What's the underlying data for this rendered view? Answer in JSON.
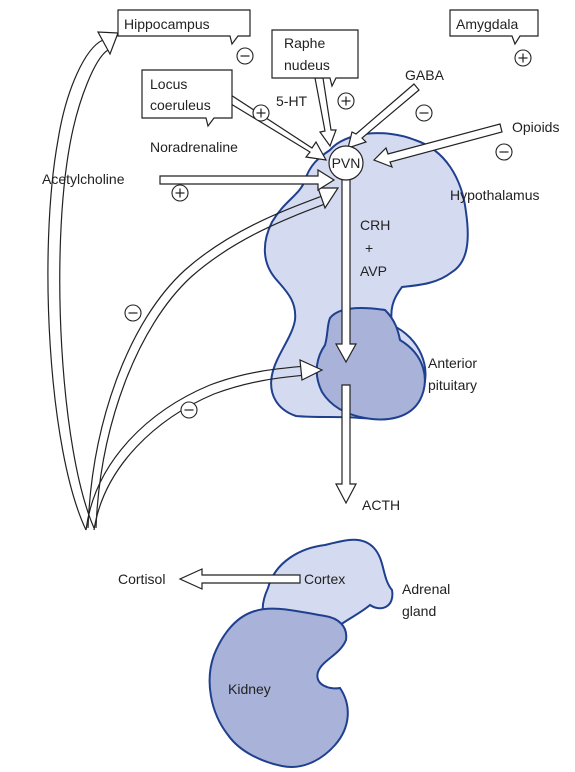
{
  "colors": {
    "light_region": "#d4daef",
    "dark_region": "#a9b2d8",
    "outline": "#1f3f8f",
    "line": "#222222"
  },
  "labels": {
    "hippocampus": "Hippocampus",
    "amygdala": "Amygdala",
    "raphe_line1": "Raphe",
    "raphe_line2": "nudeus",
    "locus_line1": "Locus",
    "locus_line2": "coeruleus",
    "five_ht": "5-HT",
    "gaba": "GABA",
    "opioids": "Opioids",
    "noradrenaline": "Noradrenaline",
    "acetylcholine": "Acetylcholine",
    "pvn": "PVN",
    "hypothalamus": "Hypothalamus",
    "crh": "CRH",
    "plus_symbol": "+",
    "avp": "AVP",
    "anterior": "Anterior",
    "pituitary": "pituitary",
    "acth": "ACTH",
    "cortex": "Cortex",
    "cortisol": "Cortisol",
    "adrenal": "Adrenal",
    "gland": "gland",
    "kidney": "Kidney"
  },
  "signs": {
    "hippocampus": "minus",
    "amygdala": "plus",
    "raphe": "plus",
    "locus": "plus",
    "gaba": "minus",
    "opioids": "minus",
    "acetylcholine": "plus",
    "feedback_hypothalamus": "minus",
    "feedback_pituitary": "minus"
  }
}
